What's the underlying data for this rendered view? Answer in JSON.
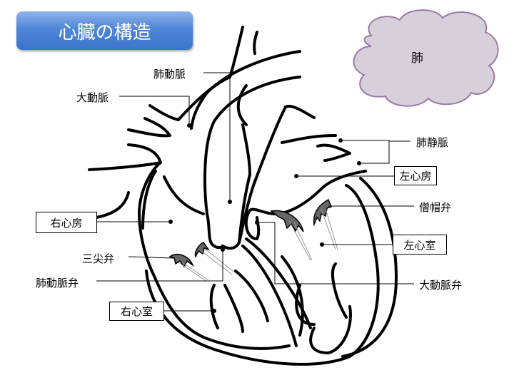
{
  "title": "心臓の構造",
  "cloud_label": "肺",
  "labels": {
    "pulmonary_artery": "肺動脈",
    "aorta": "大動脈",
    "pulmonary_vein": "肺静脈",
    "left_atrium": "左心房",
    "mitral_valve": "僧帽弁",
    "left_ventricle": "左心室",
    "aortic_valve": "大動脈弁",
    "right_atrium": "右心房",
    "tricuspid_valve": "三尖弁",
    "pulmonary_valve": "肺動脈弁",
    "right_ventricle": "右心室"
  },
  "colors": {
    "title_bg": "#4f86d8",
    "cloud_fill": "#d7d0db",
    "cloud_stroke": "#9a7aa8",
    "valve": "#666666"
  }
}
